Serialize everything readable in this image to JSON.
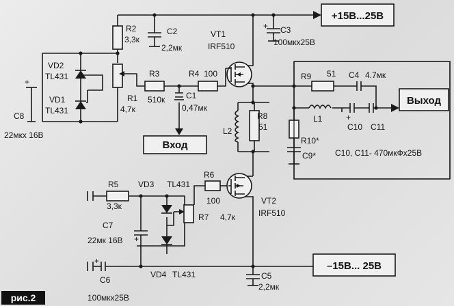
{
  "figure_label": "рис.2",
  "terminals": {
    "pos_supply": "+15В...25В",
    "neg_supply": "–15В... 25В",
    "input": "Вход",
    "output": "Выход"
  },
  "components": {
    "r2": {
      "ref": "R2",
      "value": "3,3к"
    },
    "c2": {
      "ref": "C2",
      "value": "2,2мк"
    },
    "vt1": {
      "ref": "VT1",
      "value": "IRF510"
    },
    "c3": {
      "ref": "C3",
      "value": "100мкx25В"
    },
    "vd2": {
      "ref": "VD2",
      "value": "TL431"
    },
    "vd1": {
      "ref": "VD1",
      "value": "TL431"
    },
    "c8": {
      "ref": "C8",
      "value": "22мкх 16В"
    },
    "r1": {
      "ref": "R1",
      "value": "4,7к"
    },
    "r3": {
      "ref": "R3",
      "value": "510к"
    },
    "r4": {
      "ref": "R4",
      "value": "100"
    },
    "c1": {
      "ref": "C1",
      "value": "0,47мк"
    },
    "r9": {
      "ref": "R9",
      "value": "51"
    },
    "c4": {
      "ref": "C4",
      "value": "4.7мк"
    },
    "l1": {
      "ref": "L1"
    },
    "c10": {
      "ref": "C10"
    },
    "c11": {
      "ref": "C11"
    },
    "r10": {
      "ref": "R10*"
    },
    "c9": {
      "ref": "C9*"
    },
    "note": "C10, C11- 470мкФх25В",
    "l2": {
      "ref": "L2"
    },
    "r8": {
      "ref": "R8",
      "value": "51"
    },
    "r5": {
      "ref": "R5",
      "value": "3,3к"
    },
    "vd3": {
      "ref": "VD3",
      "value": "TL431"
    },
    "r6": {
      "ref": "R6",
      "value": "100"
    },
    "r7": {
      "ref": "R7",
      "value": "4,7к"
    },
    "vt2": {
      "ref": "VT2",
      "value": "IRF510"
    },
    "c7": {
      "ref": "C7",
      "value": "22мк 16В"
    },
    "c6": {
      "ref": "C6",
      "value": "100мкx25В"
    },
    "vd4": {
      "ref": "VD4",
      "value": "TL431"
    },
    "c5": {
      "ref": "C5",
      "value": "2,2мк"
    }
  }
}
